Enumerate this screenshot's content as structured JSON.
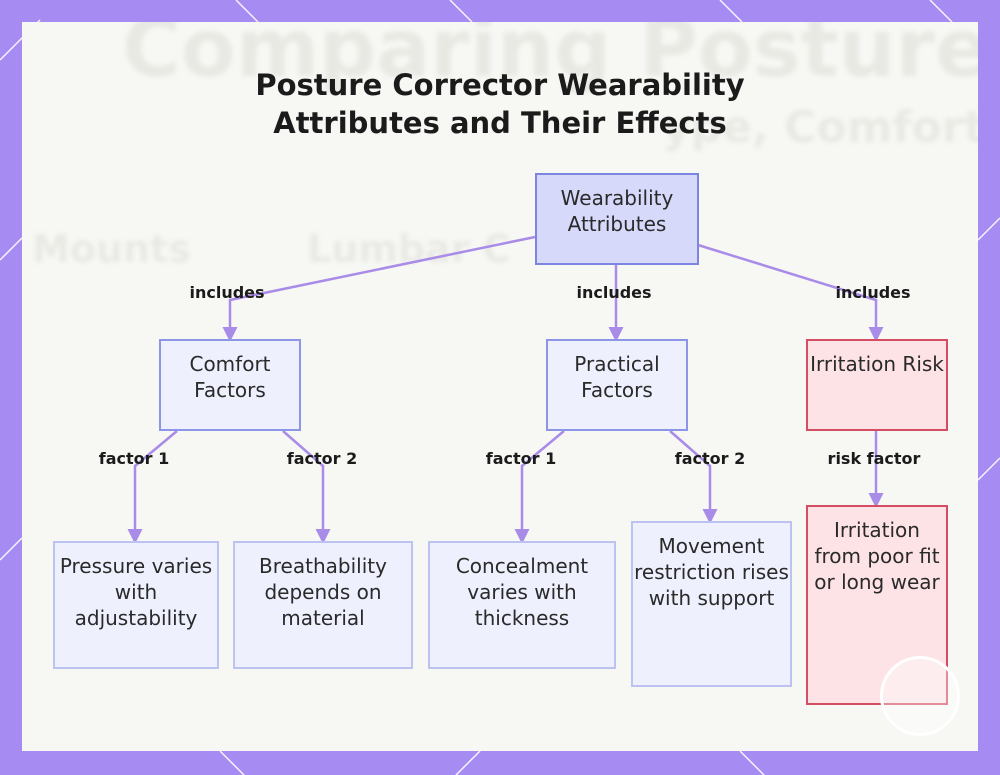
{
  "background_text": {
    "headline": "Comparing Posture S",
    "subline": "ype, Comfort,",
    "left_label": "Mounts",
    "mid_label": "Lumbar C"
  },
  "title": {
    "line1": "Posture Corrector Wearability",
    "line2": "Attributes and Their Effects"
  },
  "nodes": {
    "root": "Wearability Attributes",
    "comfort": "Comfort Factors",
    "practical": "Practical Factors",
    "irritation": "Irritation Risk",
    "pressure": "Pressure varies with adjustability",
    "breathability": "Breathability depends on material",
    "concealment": "Concealment varies with thickness",
    "movement": "Movement restriction rises with support",
    "irritation_leaf": "Irritation from poor fit or long wear"
  },
  "edge_labels": {
    "includes_1": "includes",
    "includes_2": "includes",
    "includes_3": "includes",
    "comfort_f1": "factor 1",
    "comfort_f2": "factor 2",
    "practical_f1": "factor 1",
    "practical_f2": "factor 2",
    "risk": "risk factor"
  },
  "colors": {
    "frame": "#a68cf2",
    "edge": "#a98be8",
    "node_fill": "#eef0fd",
    "node_border": "#8c95e6",
    "risk_fill": "#fde3e6",
    "risk_border": "#d44e63"
  }
}
